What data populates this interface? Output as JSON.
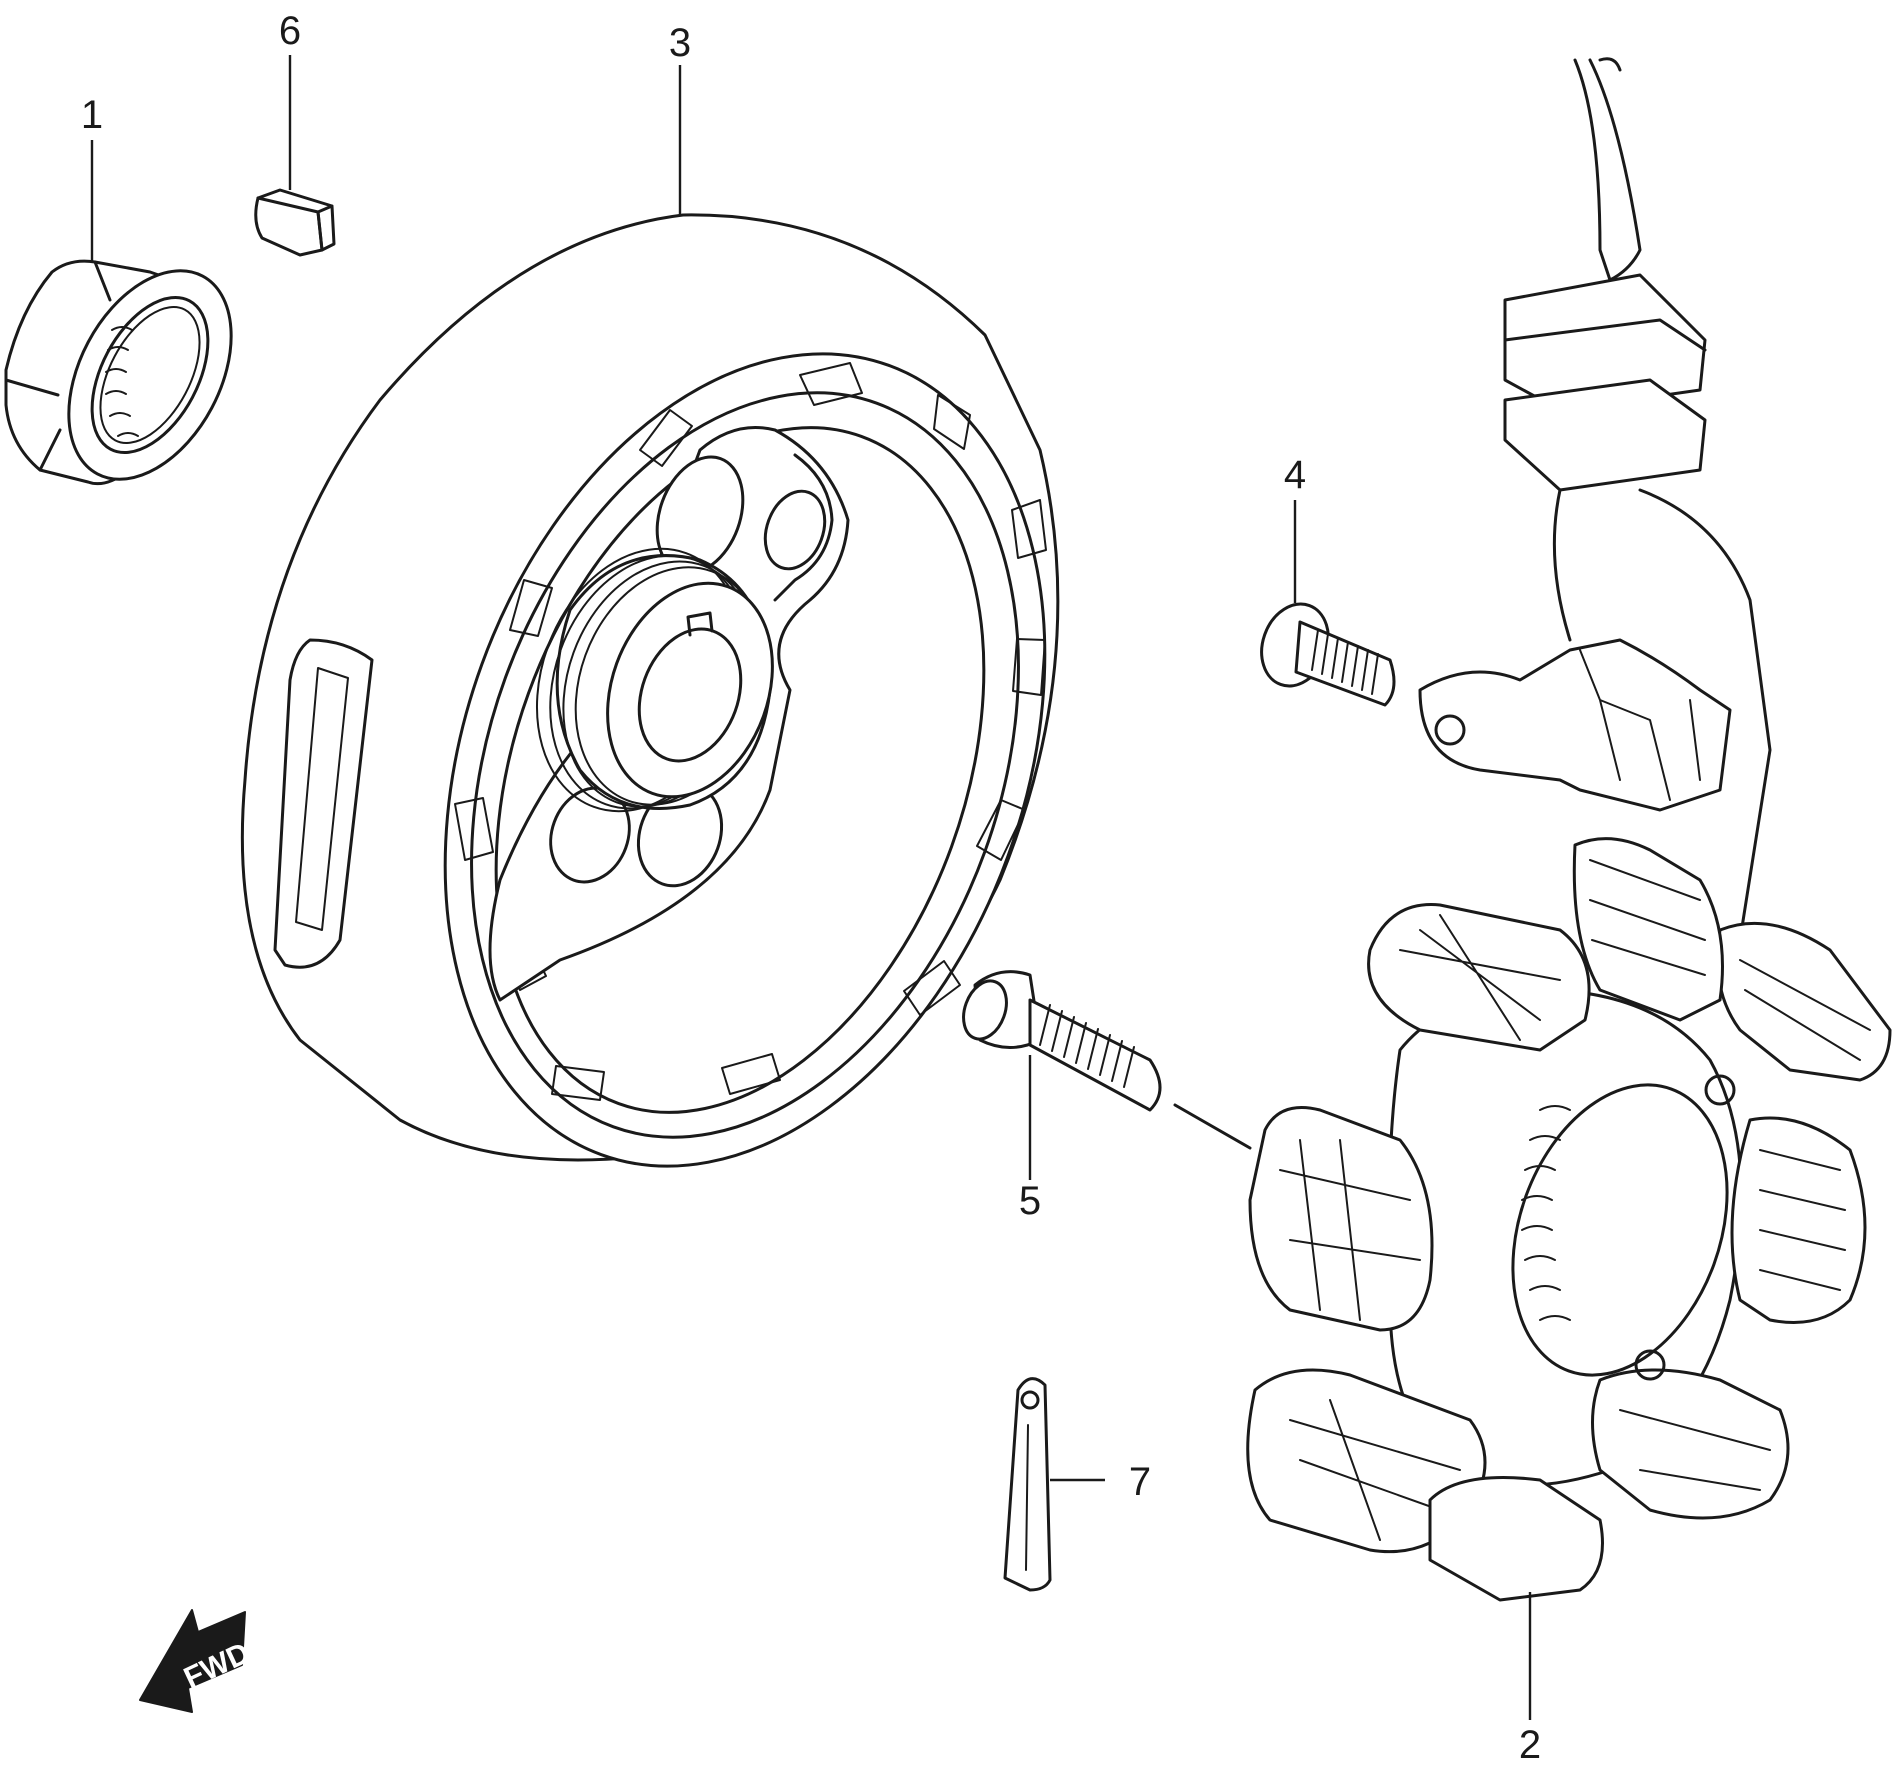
{
  "diagram": {
    "type": "exploded-parts-diagram",
    "callouts": [
      {
        "id": "1",
        "label": "1"
      },
      {
        "id": "2",
        "label": "2"
      },
      {
        "id": "3",
        "label": "3"
      },
      {
        "id": "4",
        "label": "4"
      },
      {
        "id": "5",
        "label": "5"
      },
      {
        "id": "6",
        "label": "6"
      },
      {
        "id": "7",
        "label": "7"
      }
    ],
    "direction_marker": {
      "label": "FWD",
      "icon": "forward-arrow-icon"
    }
  },
  "colors": {
    "line": "#1a1a1a",
    "background": "#ffffff"
  }
}
